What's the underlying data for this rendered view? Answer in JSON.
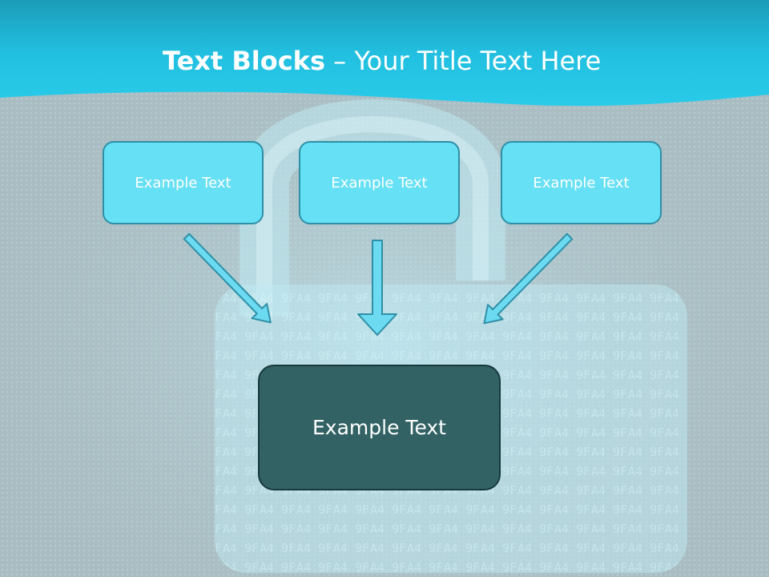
{
  "title": {
    "bold_part": "Text Blocks",
    "separator": " – ",
    "regular_part": "Your Title Text Here"
  },
  "blocks": {
    "top": [
      {
        "label": "Example Text"
      },
      {
        "label": "Example Text"
      },
      {
        "label": "Example Text"
      }
    ],
    "bottom": {
      "label": "Example Text"
    }
  },
  "colors": {
    "header_band": "#1fc6e6",
    "top_box_fill": "#66e0f4",
    "top_box_border": "#2e8fa6",
    "bottom_box_fill": "#326264",
    "arrow_fill": "#6cdaf0"
  }
}
